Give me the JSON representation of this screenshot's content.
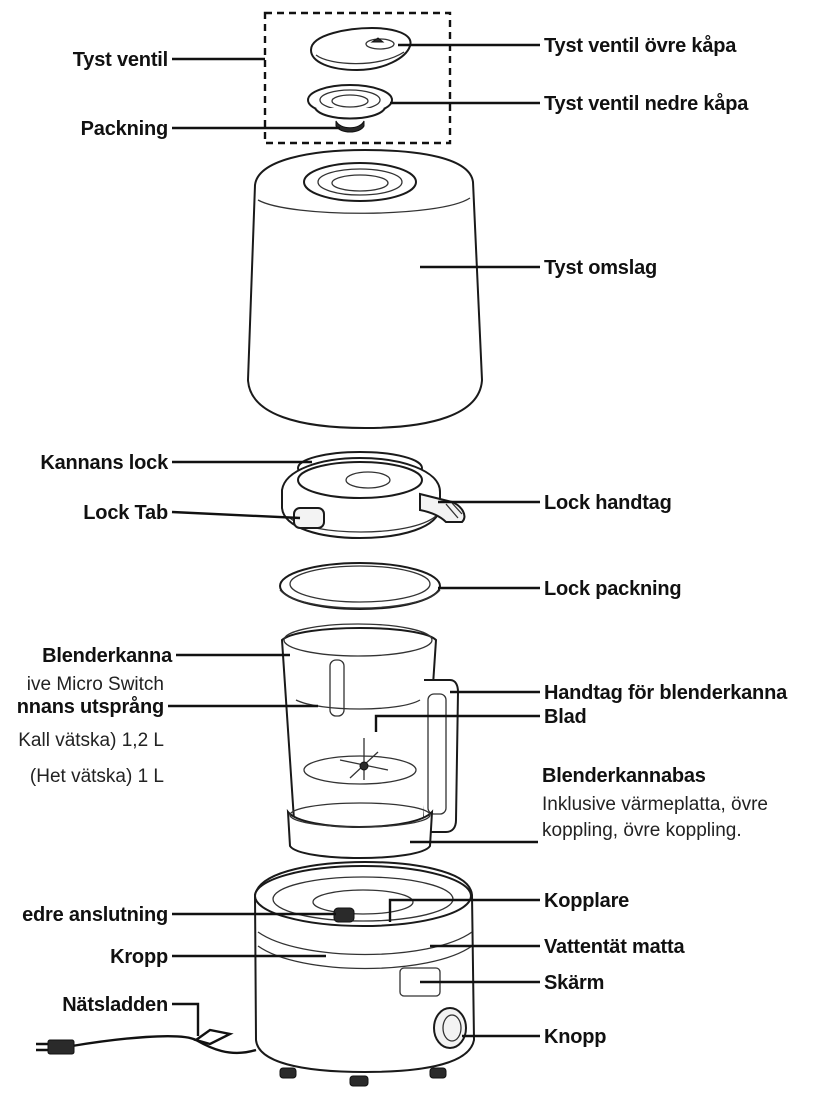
{
  "labels": {
    "tyst_ventil": "Tyst ventil",
    "packning": "Packning",
    "tyst_ventil_ovre_kapa": "Tyst ventil övre kåpa",
    "tyst_ventil_nedre_kapa": "Tyst ventil nedre kåpa",
    "tyst_omslag": "Tyst omslag",
    "kannans_lock": "Kannans lock",
    "lock_tab": "Lock Tab",
    "lock_handtag": "Lock handtag",
    "lock_packning": "Lock packning",
    "blenderkanna": "Blenderkanna",
    "blenderkanna_sub": "ive Micro Switch",
    "kannans_utsprang": "nnans utsprång",
    "kannans_utsprang_sub1": "Kall vätska) 1,2 L",
    "kannans_utsprang_sub2": "(Het vätska) 1 L",
    "handtag_blenderkanna": "Handtag för blenderkanna",
    "blad": "Blad",
    "blenderkannabas": "Blenderkannabas",
    "blenderkannabas_sub1": "Inklusive värmeplatta, övre",
    "blenderkannabas_sub2": "koppling, övre koppling.",
    "nedre_anslutning": "edre anslutning",
    "kopplare": "Kopplare",
    "vattentat_matta": "Vattentät matta",
    "kropp": "Kropp",
    "skarm": "Skärm",
    "natsladden": "Nätsladden",
    "knopp": "Knopp"
  }
}
